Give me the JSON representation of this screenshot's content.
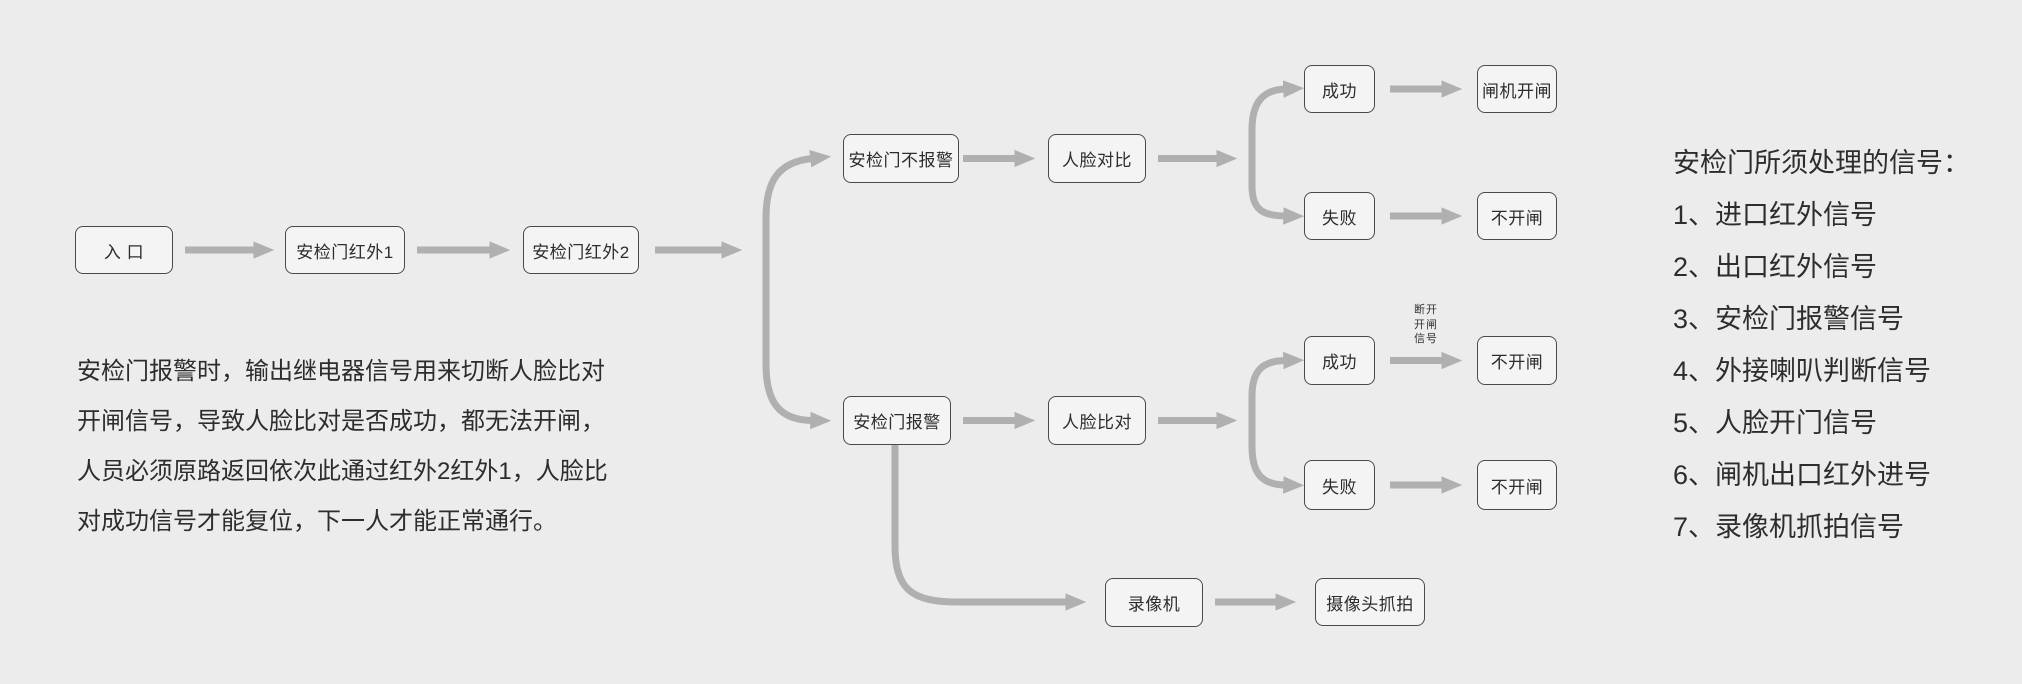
{
  "diagram": {
    "nodes": {
      "entrance": "入 口",
      "ir1": "安检门红外1",
      "ir2": "安检门红外2",
      "no_alarm": "安检门不报警",
      "face_compare_top": "人脸对比",
      "success_top": "成功",
      "gate_open": "闸机开闸",
      "fail_top": "失败",
      "no_open_top": "不开闸",
      "alarm": "安检门报警",
      "face_compare_mid": "人脸比对",
      "success_mid": "成功",
      "no_open_mid_success": "不开闸",
      "fail_mid": "失败",
      "no_open_mid_fail": "不开闸",
      "recorder": "录像机",
      "camera_capture": "摄像头抓拍"
    },
    "edge_labels": {
      "cut_gate_signal": "断开\n开闸\n信号"
    }
  },
  "note": {
    "lines": [
      "安检门报警时，输出继电器信号用来切断人脸比对",
      "开闸信号，导致人脸比对是否成功，都无法开闸，",
      "人员必须原路返回依次此通过红外2红外1，人脸比",
      "对成功信号才能复位，下一人才能正常通行。"
    ]
  },
  "signals": {
    "title": "安检门所须处理的信号：",
    "items": [
      "1、进口红外信号",
      "2、出口红外信号",
      "3、安检门报警信号",
      "4、外接喇叭判断信号",
      "5、人脸开门信号",
      "6、闸机出口红外进号",
      "7、录像机抓拍信号"
    ]
  },
  "colors": {
    "background": "#ececec",
    "box_fill": "#f4f4f4",
    "box_border": "#4a4a4a",
    "arrow": "#b0b0b0",
    "text": "#2d2d2d"
  }
}
